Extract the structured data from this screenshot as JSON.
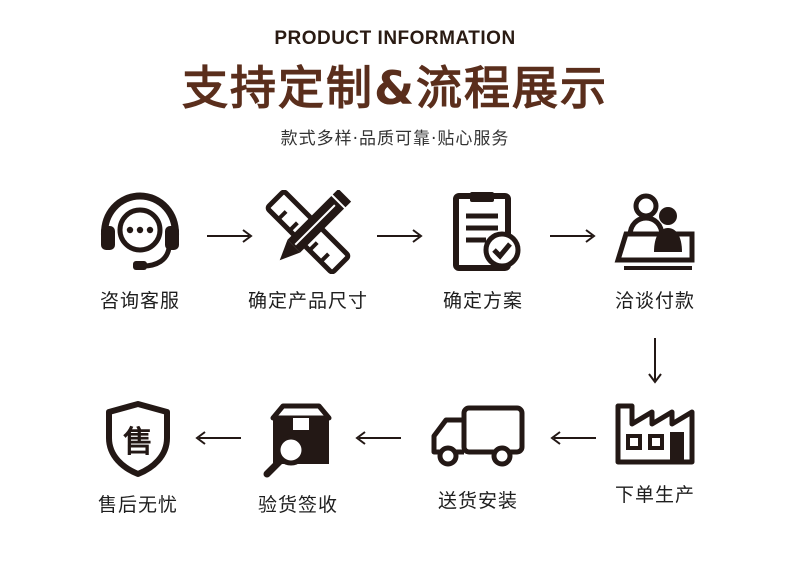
{
  "header": {
    "en_title": "PRODUCT INFORMATION",
    "cn_title": "支持定制&流程展示",
    "subtitle": "款式多样·品质可靠·贴心服务"
  },
  "colors": {
    "icon": "#231815",
    "title": "#5a2e1c",
    "arrow": "#231815"
  },
  "steps": [
    {
      "label": "咨询客服",
      "icon": "headset-chat-icon"
    },
    {
      "label": "确定产品尺寸",
      "icon": "pencil-ruler-icon"
    },
    {
      "label": "确定方案",
      "icon": "clipboard-check-icon"
    },
    {
      "label": "洽谈付款",
      "icon": "users-meeting-icon"
    },
    {
      "label": "下单生产",
      "icon": "factory-icon"
    },
    {
      "label": "送货安装",
      "icon": "delivery-truck-icon"
    },
    {
      "label": "验货签收",
      "icon": "box-inspect-icon"
    },
    {
      "label": "售后无忧",
      "icon": "after-sale-shield-icon"
    }
  ]
}
